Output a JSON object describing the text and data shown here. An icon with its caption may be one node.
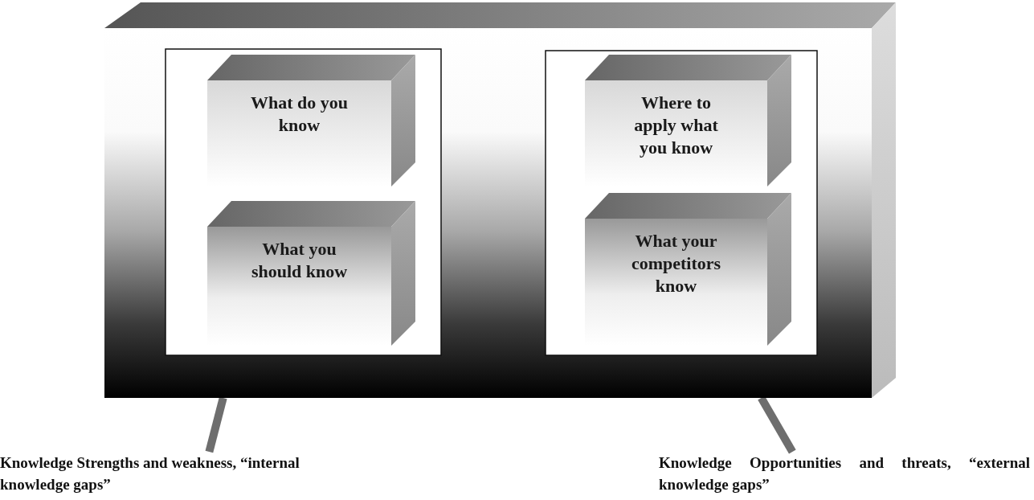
{
  "diagram": {
    "nodes": [
      {
        "text": [],
        "shape": "box"
      },
      {
        "text": [],
        "shape": "box",
        "in": 0
      },
      {
        "text": [
          "What do you know"
        ],
        "in": 1
      },
      {
        "text": [
          "What you should know"
        ],
        "in": 1
      },
      {
        "text": [],
        "shape": "box",
        "in": 0
      },
      {
        "text": [
          "Where to apply what you know"
        ],
        "in": 4
      },
      {
        "text": [
          "What your competitors know"
        ],
        "in": 4
      },
      {
        "text": [
          "Knowledge Strengths and weakness, “internal knowledge gaps”"
        ]
      },
      {
        "text": [
          "Knowledge Opportunities and threats, “external knowledge gaps”"
        ]
      }
    ],
    "edges": [
      {
        "from": 7,
        "to": 0,
        "arrow": "none"
      },
      {
        "from": 8,
        "to": 0,
        "arrow": "none"
      }
    ]
  }
}
